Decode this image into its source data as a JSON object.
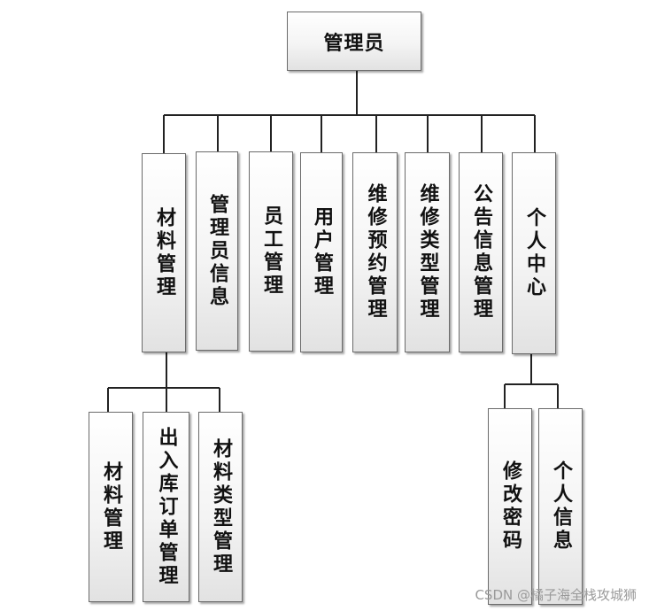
{
  "root": "管理员",
  "modules": {
    "material": "材料管理",
    "admin_info": "管理员信息",
    "staff": "员工管理",
    "user": "用户管理",
    "repair_booking": "维修预约管理",
    "repair_type": "维修类型管理",
    "notice": "公告信息管理",
    "personal": "个人中心"
  },
  "material_children": {
    "material_manage": "材料管理",
    "stock_order": "出入库订单管理",
    "material_type": "材料类型管理"
  },
  "personal_children": {
    "change_password": "修改密码",
    "personal_info": "个人信息"
  },
  "watermark": "CSDN @橘子海全栈攻城狮"
}
